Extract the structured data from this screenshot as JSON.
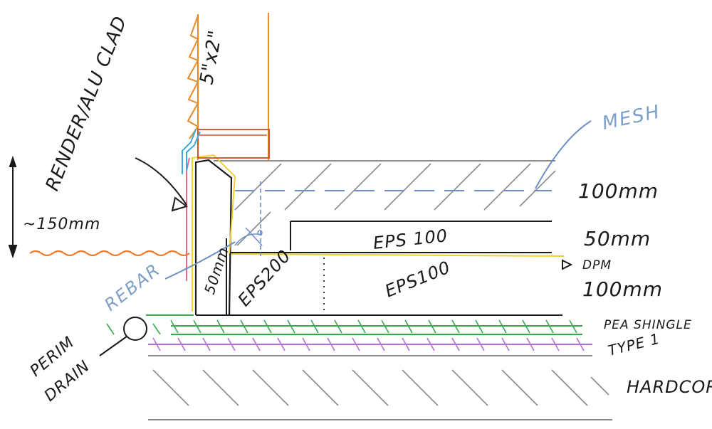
{
  "labels": {
    "timber": "5\"x2\"",
    "render_clad": "RENDER/ALU CLAD",
    "dim_150": "~150mm",
    "mesh": "MESH",
    "slab_100": "100mm",
    "ins_50": "50mm",
    "dpm": "DPM",
    "ins_100": "100mm",
    "eps100_upper": "EPS 100",
    "eps100_lower": "EPS100",
    "eps200": "EPS200",
    "edge_50": "50mm",
    "rebar": "REBAR",
    "pea_shingle": "PEA SHINGLE",
    "type1": "TYPE 1",
    "hardcore": "HARDCORE",
    "perim_drain_1": "PERIM",
    "perim_drain_2": "DRAIN"
  },
  "colors": {
    "ink": "#1a1a1a",
    "hatch": "#8a8a8a",
    "blue_note": "#7f9fc7",
    "clad_orange": "#e8892a",
    "ground_orange": "#f07a2a",
    "wall_red": "#c4562a",
    "dpm_yellow": "#f0d030",
    "membrane_pink": "#e06c8a",
    "flashing_blue": "#39a8e0",
    "shingle_green": "#3aa84a",
    "type1_purple": "#b070d0",
    "mesh_blue": "#6c90c8"
  }
}
